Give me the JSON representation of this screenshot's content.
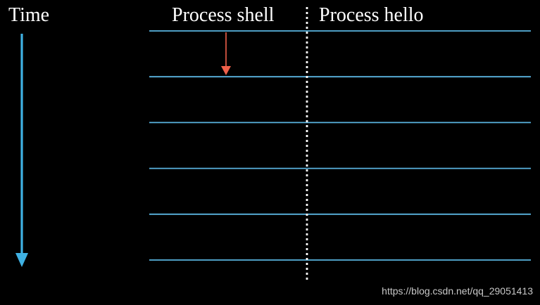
{
  "labels": {
    "time": "Time",
    "process_shell": "Process shell",
    "process_hello": "Process hello"
  },
  "watermark": "https://blog.csdn.net/qq_29051413",
  "timeline": {
    "slot_count": 6
  },
  "colors": {
    "background": "#000000",
    "timeline_arrow": "#3fb1e3",
    "slot_line": "#5ab4e0",
    "event_arrow": "#f0604a",
    "divider": "#ffffff",
    "text": "#ffffff",
    "watermark_text": "#c8c8c8"
  }
}
